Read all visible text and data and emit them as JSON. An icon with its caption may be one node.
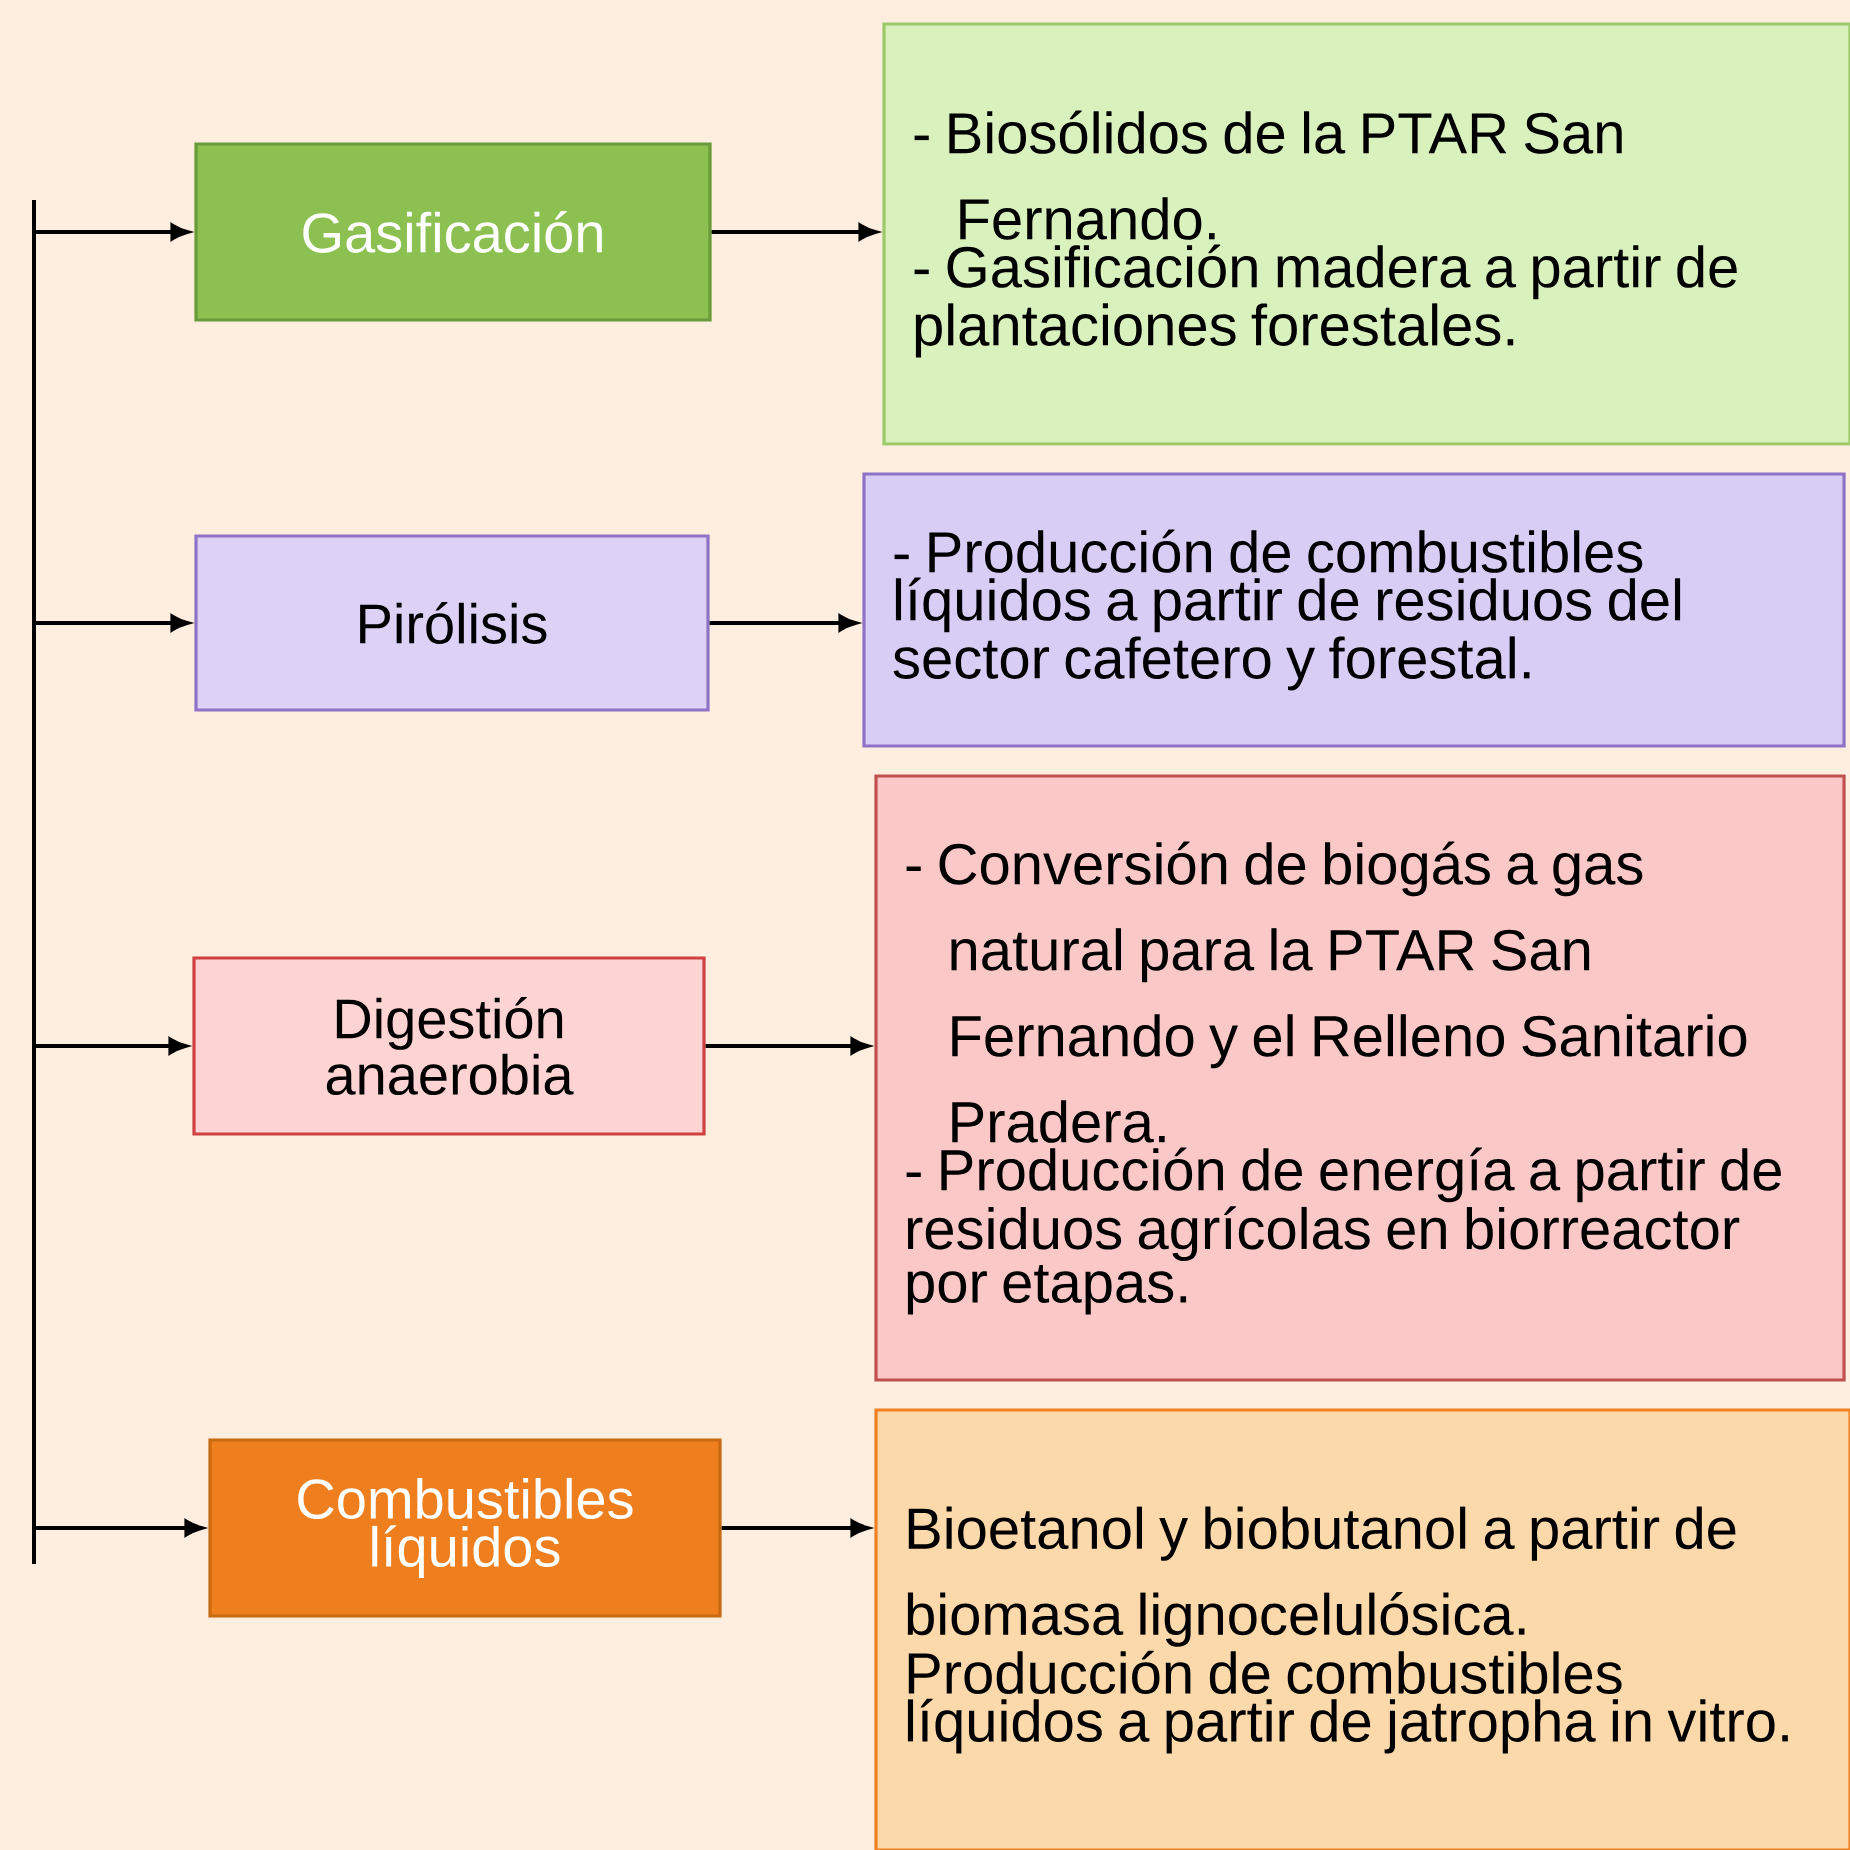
{
  "diagram": {
    "nodes": [
      {
        "text": [
          "Gasificación"
        ]
      },
      {
        "text": [
          "- Biosólidos de la PTAR San Fernando.",
          "- Gasificación madera a partir de plantaciones forestales."
        ]
      },
      {
        "text": [
          "Pirólisis"
        ]
      },
      {
        "text": [
          "- Producción de combustibles líquidos a partir de residuos del sector cafetero y forestal."
        ]
      },
      {
        "text": [
          "Digestión anaerobia"
        ]
      },
      {
        "text": [
          "- Conversión de biogás a gas natural para la PTAR San Fernando y el Relleno Sanitario Pradera.",
          "- Producción de energía a partir de residuos agrícolas en biorreactor por etapas."
        ]
      },
      {
        "text": [
          "Combustibles líquidos"
        ]
      },
      {
        "text": [
          "Bioetanol y biobutanol a partir de biomasa lignocelulósica.",
          "Producción de combustibles líquidos a partir de jatropha in vitro."
        ]
      }
    ],
    "edges": [
      {
        "from": null,
        "to": 0,
        "arrow": "to"
      },
      {
        "from": null,
        "to": 2,
        "arrow": "to"
      },
      {
        "from": null,
        "to": 4,
        "arrow": "to"
      },
      {
        "from": null,
        "to": 6,
        "arrow": "to"
      },
      {
        "from": 0,
        "to": 1,
        "arrow": "to"
      },
      {
        "from": 2,
        "to": 3,
        "arrow": "to"
      },
      {
        "from": 4,
        "to": 5,
        "arrow": "to"
      },
      {
        "from": 6,
        "to": 7,
        "arrow": "to"
      }
    ]
  }
}
